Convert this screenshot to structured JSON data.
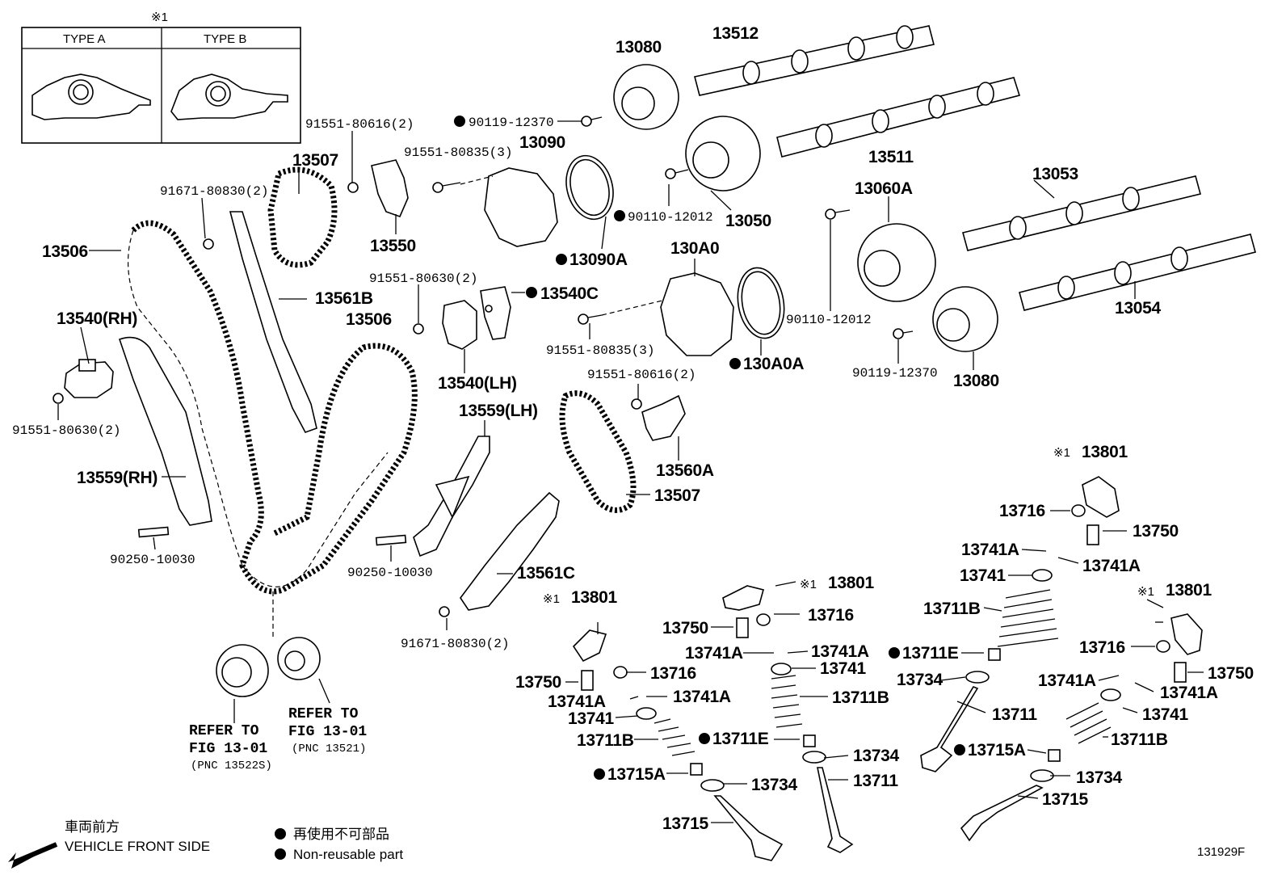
{
  "diagram_code": "131929F",
  "type_box": {
    "note_mark": "※1",
    "type_a": "TYPE A",
    "type_b": "TYPE B"
  },
  "labels": {
    "l_13080_top": "13080",
    "l_13512": "13512",
    "l_90119_top": "90119-12370",
    "l_91551_80616_top": "91551-80616(2)",
    "l_13507_top": "13507",
    "l_91551_80835_top": "91551-80835(3)",
    "l_13090": "13090",
    "l_13511": "13511",
    "l_91671_top": "91671-80830(2)",
    "l_13506_left": "13506",
    "l_13550": "13550",
    "l_13090A": "13090A",
    "l_90110_top": "90110-12012",
    "l_13050": "13050",
    "l_13060A": "13060A",
    "l_13053": "13053",
    "l_13561B": "13561B",
    "l_91551_80630_mid": "91551-80630(2)",
    "l_13540C": "13540C",
    "l_130A0": "130A0",
    "l_13540RH": "13540(RH)",
    "l_13506_mid": "13506",
    "l_91551_80835_mid": "91551-80835(3)",
    "l_90110_right": "90110-12012",
    "l_13054": "13054",
    "l_130A0A": "130A0A",
    "l_13540LH": "13540(LH)",
    "l_90119_right": "90119-12370",
    "l_13080_right": "13080",
    "l_91551_80616_mid": "91551-80616(2)",
    "l_91551_80630_left": "91551-80630(2)",
    "l_13559LH": "13559(LH)",
    "l_13559RH": "13559(RH)",
    "l_13560A": "13560A",
    "l_13507_mid": "13507",
    "l_13801_a": "13801",
    "l_13716_a": "13716",
    "l_13750_a": "13750",
    "l_13741A_a1": "13741A",
    "l_13741A_a2": "13741A",
    "l_13741_a": "13741",
    "l_90250_left": "90250-10030",
    "l_90250_mid": "90250-10030",
    "l_13561C": "13561C",
    "l_13801_b": "13801",
    "l_13711B_a": "13711B",
    "l_13801_c": "13801",
    "l_13716_b": "13716",
    "l_13750_b": "13750",
    "l_13711E_a": "13711E",
    "l_13716_c": "13716",
    "l_13741A_b1": "13741A",
    "l_13741A_b2": "13741A",
    "l_13741_b": "13741",
    "l_91671_bottom": "91671-80830(2)",
    "l_13801_d": "13801",
    "l_13734_a": "13734",
    "l_13750_c": "13750",
    "l_13716_d": "13716",
    "l_13741A_c1": "13741A",
    "l_13741A_c2": "13741A",
    "l_13711B_b": "13711B",
    "l_13711_a": "13711",
    "l_13741_c": "13741",
    "l_13711E_b": "13711E",
    "l_13750_d": "13750",
    "l_13741A_d1": "13741A",
    "l_13741A_d2": "13741A",
    "l_13741_d": "13741",
    "l_13711B_c": "13711B",
    "l_13734_b": "13734",
    "l_13715A_a": "13715A",
    "l_13711B_d": "13711B",
    "l_13715A_b": "13715A",
    "l_13734_c": "13734",
    "l_13711_b": "13711",
    "l_13734_d": "13734",
    "l_13715_a": "13715",
    "l_13715_b": "13715"
  },
  "references": {
    "ref_left_1": "REFER TO",
    "ref_left_2": "FIG 13-01",
    "ref_left_3": "(PNC 13522S)",
    "ref_right_1": "REFER TO",
    "ref_right_2": "FIG 13-01",
    "ref_right_3": "(PNC 13521)"
  },
  "legend": {
    "front_jp": "車両前方",
    "front_en": "VEHICLE FRONT SIDE",
    "nonreuse_jp": "再使用不可部品",
    "nonreuse_en": "Non-reusable part"
  }
}
